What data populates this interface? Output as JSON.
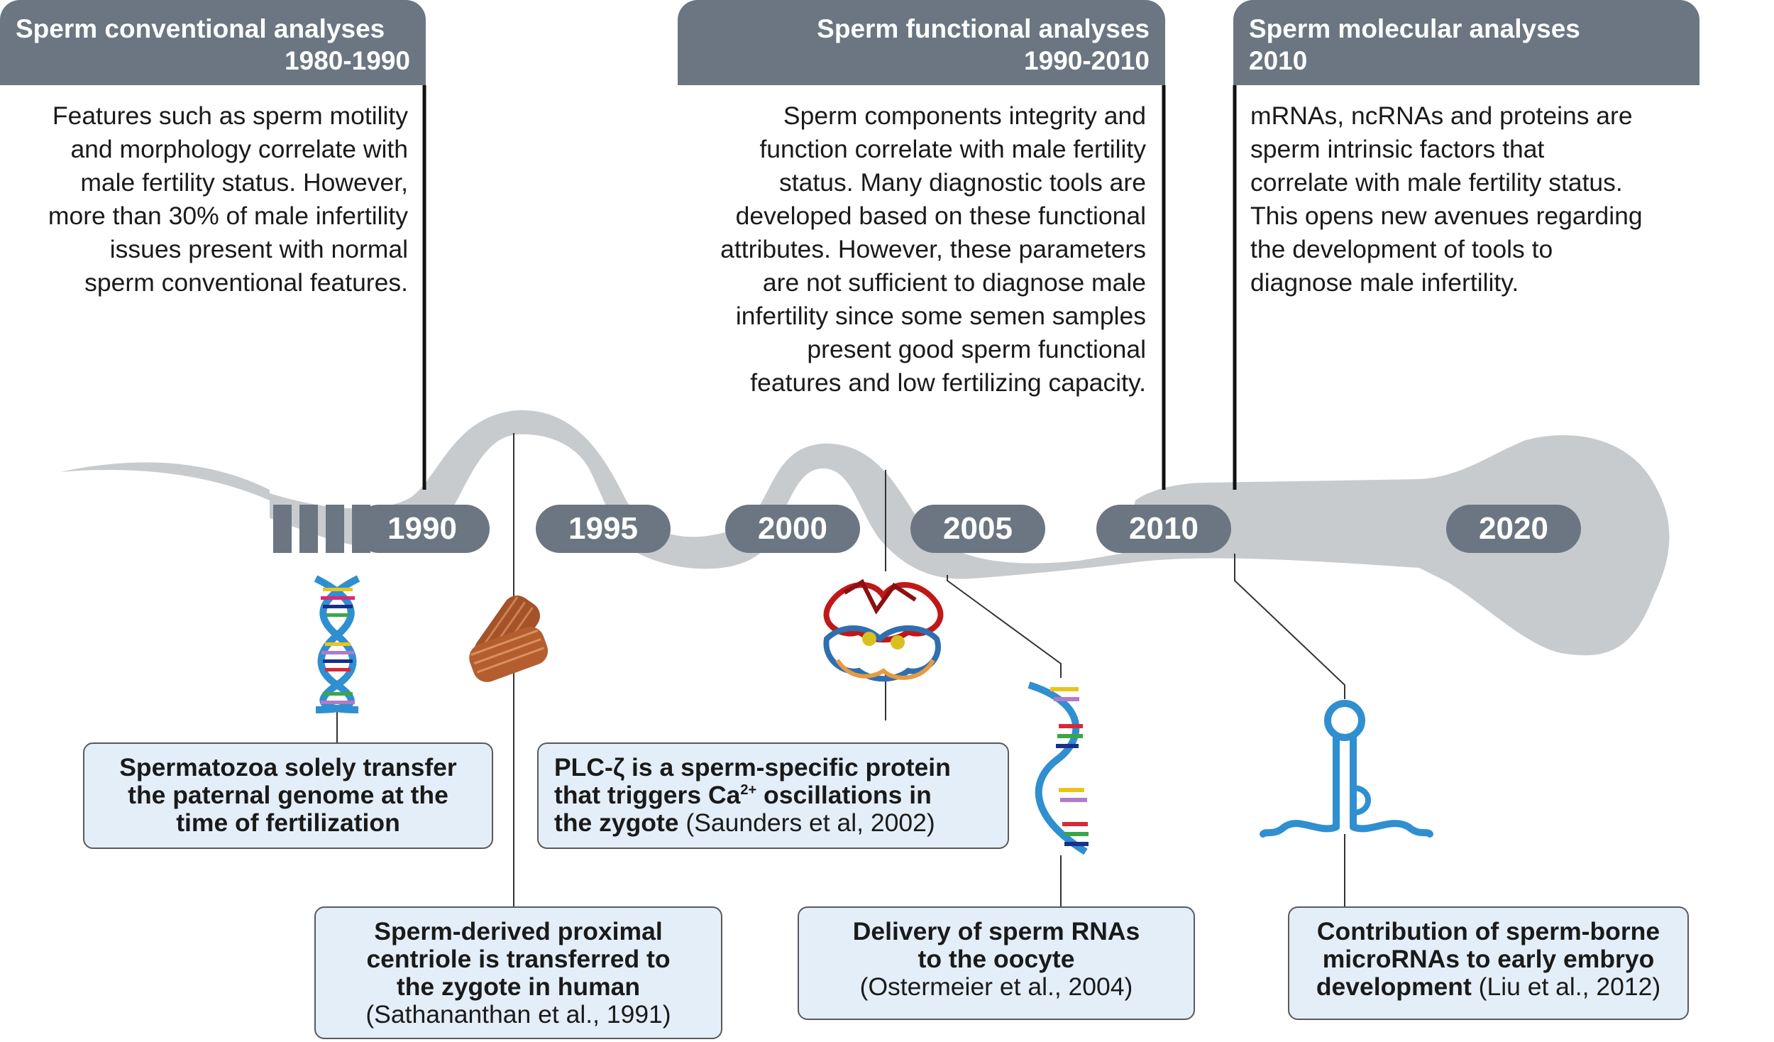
{
  "headers": {
    "conventional": {
      "line1": "Sperm  conventional analyses",
      "line2": "1980-1990"
    },
    "functional": {
      "line1": "Sperm  functional analyses",
      "line2": "1990-2010"
    },
    "molecular": {
      "line1": "Sperm molecular analyses",
      "line2": "2010"
    }
  },
  "descriptions": {
    "conventional": [
      "Features such as sperm motility",
      "and morphology correlate with",
      "male fertility status. However,",
      "more than 30% of male infertility",
      "issues present with normal",
      "sperm conventional features."
    ],
    "functional": [
      "Sperm components integrity and",
      "function correlate with male fertility",
      "status. Many diagnostic tools are",
      "developed based on these functional",
      "attributes. However, these parameters",
      "are not sufficient to diagnose male",
      "infertility since some semen samples",
      "present good sperm functional",
      "features and low fertilizing capacity."
    ],
    "molecular": [
      "mRNAs, ncRNAs and proteins are",
      "sperm intrinsic factors that",
      "correlate with male fertility status.",
      "This opens new avenues regarding",
      "the development of tools to",
      "diagnose male infertility."
    ]
  },
  "years": [
    "1990",
    "1995",
    "2000",
    "2005",
    "2010",
    "2020"
  ],
  "events": {
    "genome": {
      "l1": "Spermatozoa  solely transfer",
      "l2": "the paternal genome at the",
      "l3": "time of fertilization"
    },
    "centriole": {
      "l1": "Sperm-derived proximal",
      "l2": "centriole is transferred to",
      "l3": "the zygote in human",
      "cite": "(Sathananthan et al., 1991)"
    },
    "plc": {
      "l1": "PLC-ζ is a sperm-specific protein",
      "l2a": "that triggers Ca",
      "sup": "2+",
      "l2b": " oscillations in",
      "l3": "the zygote",
      "cite": " (Saunders et al, 2002)"
    },
    "rna": {
      "l1": "Delivery of sperm RNAs",
      "l2": "to the oocyte",
      "cite": "(Ostermeier et al., 2004)"
    },
    "mirna": {
      "l1": "Contribution of sperm-borne",
      "l2": "microRNAs to early embryo",
      "l3": "development",
      "cite": " (Liu et al., 2012)"
    }
  },
  "colors": {
    "header": "#6b7682",
    "sperm": "#c8cbce",
    "box_fill": "#e4eef8",
    "dna_blue": "#2f8fd0"
  },
  "icons": [
    "dna-helix-icon",
    "centriole-icon",
    "plc-zeta-protein-icon",
    "rna-strand-icon",
    "microrna-hairpin-icon"
  ]
}
